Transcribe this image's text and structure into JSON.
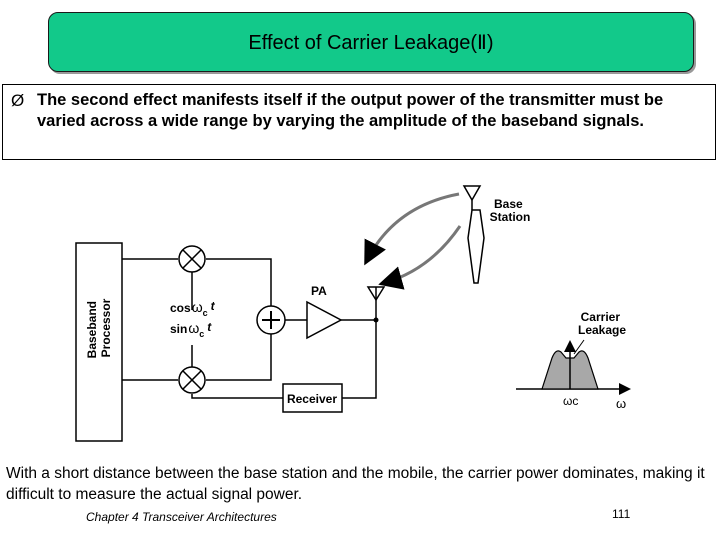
{
  "slide": {
    "title": "Effect of Carrier Leakage(Ⅱ)",
    "bullet_marker": "Ø",
    "bullet_text": "The second effect manifests itself if the output power of the transmitter must be varied across a wide range by varying the amplitude of the baseband signals.",
    "caption": "With a short distance between the base station and the mobile, the carrier power dominates, making it difficult to measure the actual signal power.",
    "footer_left": "Chapter 4 Transceiver Architectures",
    "page_number": "111"
  },
  "diagram": {
    "baseband_label_line1": "Baseband",
    "baseband_label_line2": "Processor",
    "cos_label": "cos",
    "sin_label": "sin",
    "omega": "ω",
    "sub_c": "c",
    "t": "t",
    "pa_label": "PA",
    "receiver_label": "Receiver",
    "base_station_line1": "Base",
    "base_station_line2": "Station",
    "carrier_leakage_line1": "Carrier",
    "carrier_leakage_line2": "Leakage",
    "axis_omega_c": "ωc",
    "axis_omega": "ω",
    "colors": {
      "title_bg": "#12c98a",
      "spectrum_fill": "#a8a8a8"
    }
  }
}
